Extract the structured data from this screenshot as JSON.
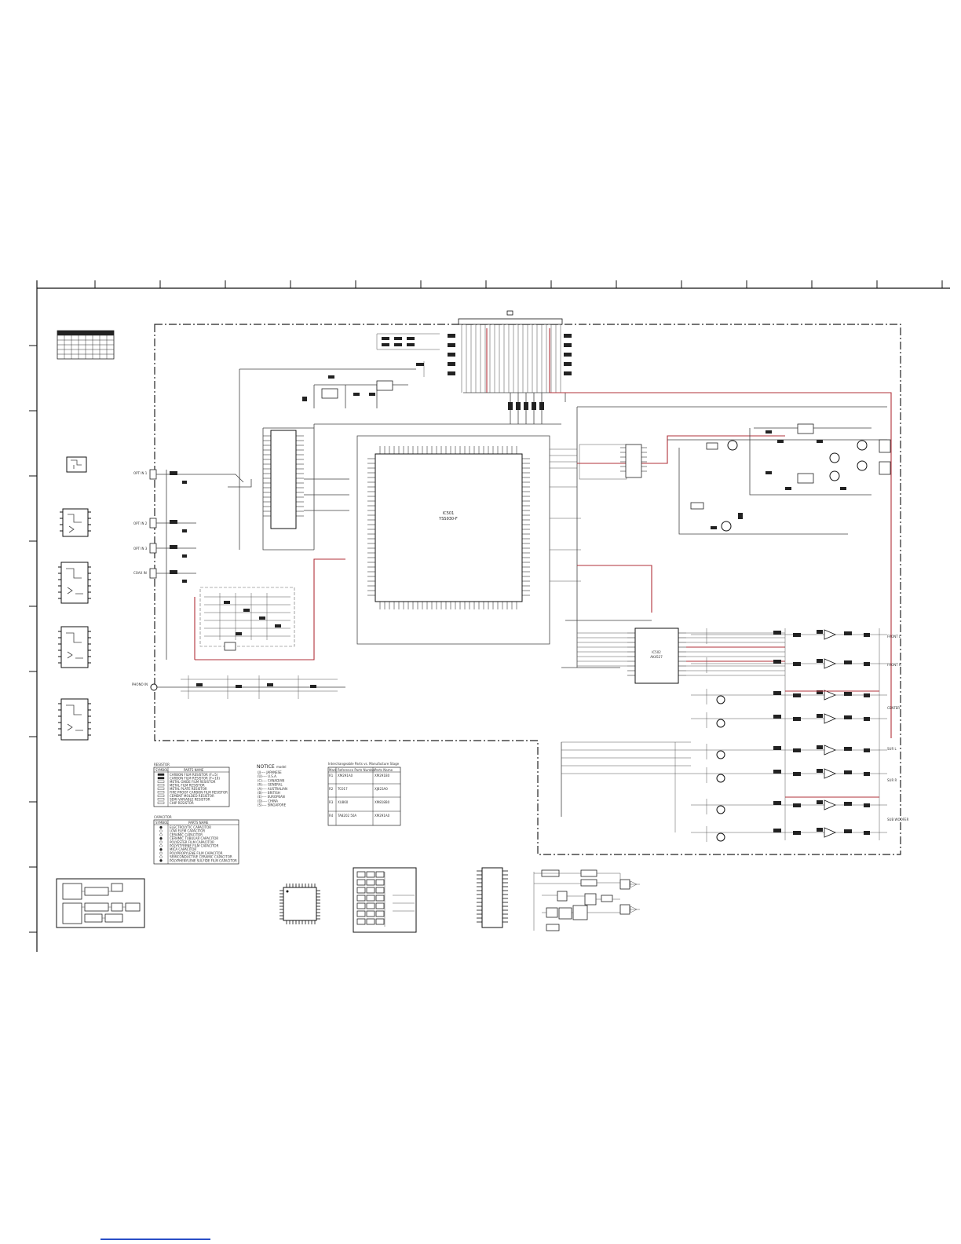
{
  "schematic": {
    "main_ic": {
      "ref": "IC501",
      "part": "YSS930-F"
    },
    "dsp_ic": {
      "ref": "IC502",
      "part": "AK4527"
    },
    "resistor_legend": {
      "title": "RESISTOR",
      "header": [
        "SYMBOL",
        "PARTS NAME"
      ],
      "rows": [
        "CARBON FILM RESISTOR (F=5)",
        "CARBON FILM RESISTOR (F=10)",
        "METAL OXIDE FILM RESISTOR",
        "METAL FILM RESISTOR",
        "METAL PLATE RESISTOR",
        "FIRE PROOF CARBON FILM RESISTOR",
        "CEMENT MOLDED RESISTOR",
        "SEMI VARIABLE RESISTOR",
        "CHIP RESISTOR"
      ]
    },
    "capacitor_legend": {
      "title": "CAPACITOR",
      "header": [
        "SYMBOL",
        "PARTS NAME"
      ],
      "rows": [
        "ELECTROLYTIC CAPACITOR",
        "LOW ELEM CAPACITOR",
        "CERAMIC CAPACITOR",
        "CERAMIC TUBULAR CAPACITOR",
        "POLYESTER FILM CAPACITOR",
        "POLYSTYRENE FILM CAPACITOR",
        "MICA CAPACITOR",
        "POLYPROPYLENE FILM CAPACITOR",
        "SEMICONDUCTIVE CERAMIC CAPACITOR",
        "POLYPHENYLENE SULFIDE FILM CAPACITOR"
      ]
    },
    "notice": {
      "title": "NOTICE",
      "subtitle": "model",
      "items": [
        "(J)---- JAPANESE",
        "(U)---- U.S.A.",
        "(C)---- CANADIAN",
        "(R)---- GENERAL",
        "(A)---- AUSTRALIAN",
        "(B)---- BRITISH",
        "(E)---- EUROPEAN",
        "(D)---- CHINA",
        "(S)---- SINGAPORE"
      ]
    },
    "interchange_table": {
      "title": "Interchangeable Parts vs. Manufacture Stage",
      "header": [
        "Mark",
        "Reference Parts Number",
        "Parts Name"
      ],
      "rows": [
        [
          "R1",
          "XM291A0",
          "XM291B0"
        ],
        [
          "R2",
          "TC017",
          "XJ823A0"
        ],
        [
          "R3",
          "XU860",
          "XM818B0"
        ],
        [
          "R4",
          "TA8202 50A",
          "XM291A0"
        ]
      ]
    },
    "inputs": [
      "OPT IN 1",
      "OPT IN 2",
      "OPT IN 3",
      "COAX IN",
      "PHONO IN"
    ],
    "outputs": [
      "FRONT L",
      "FRONT R",
      "CENTER",
      "SUR L",
      "SUR R",
      "SUB WOOFER"
    ]
  }
}
